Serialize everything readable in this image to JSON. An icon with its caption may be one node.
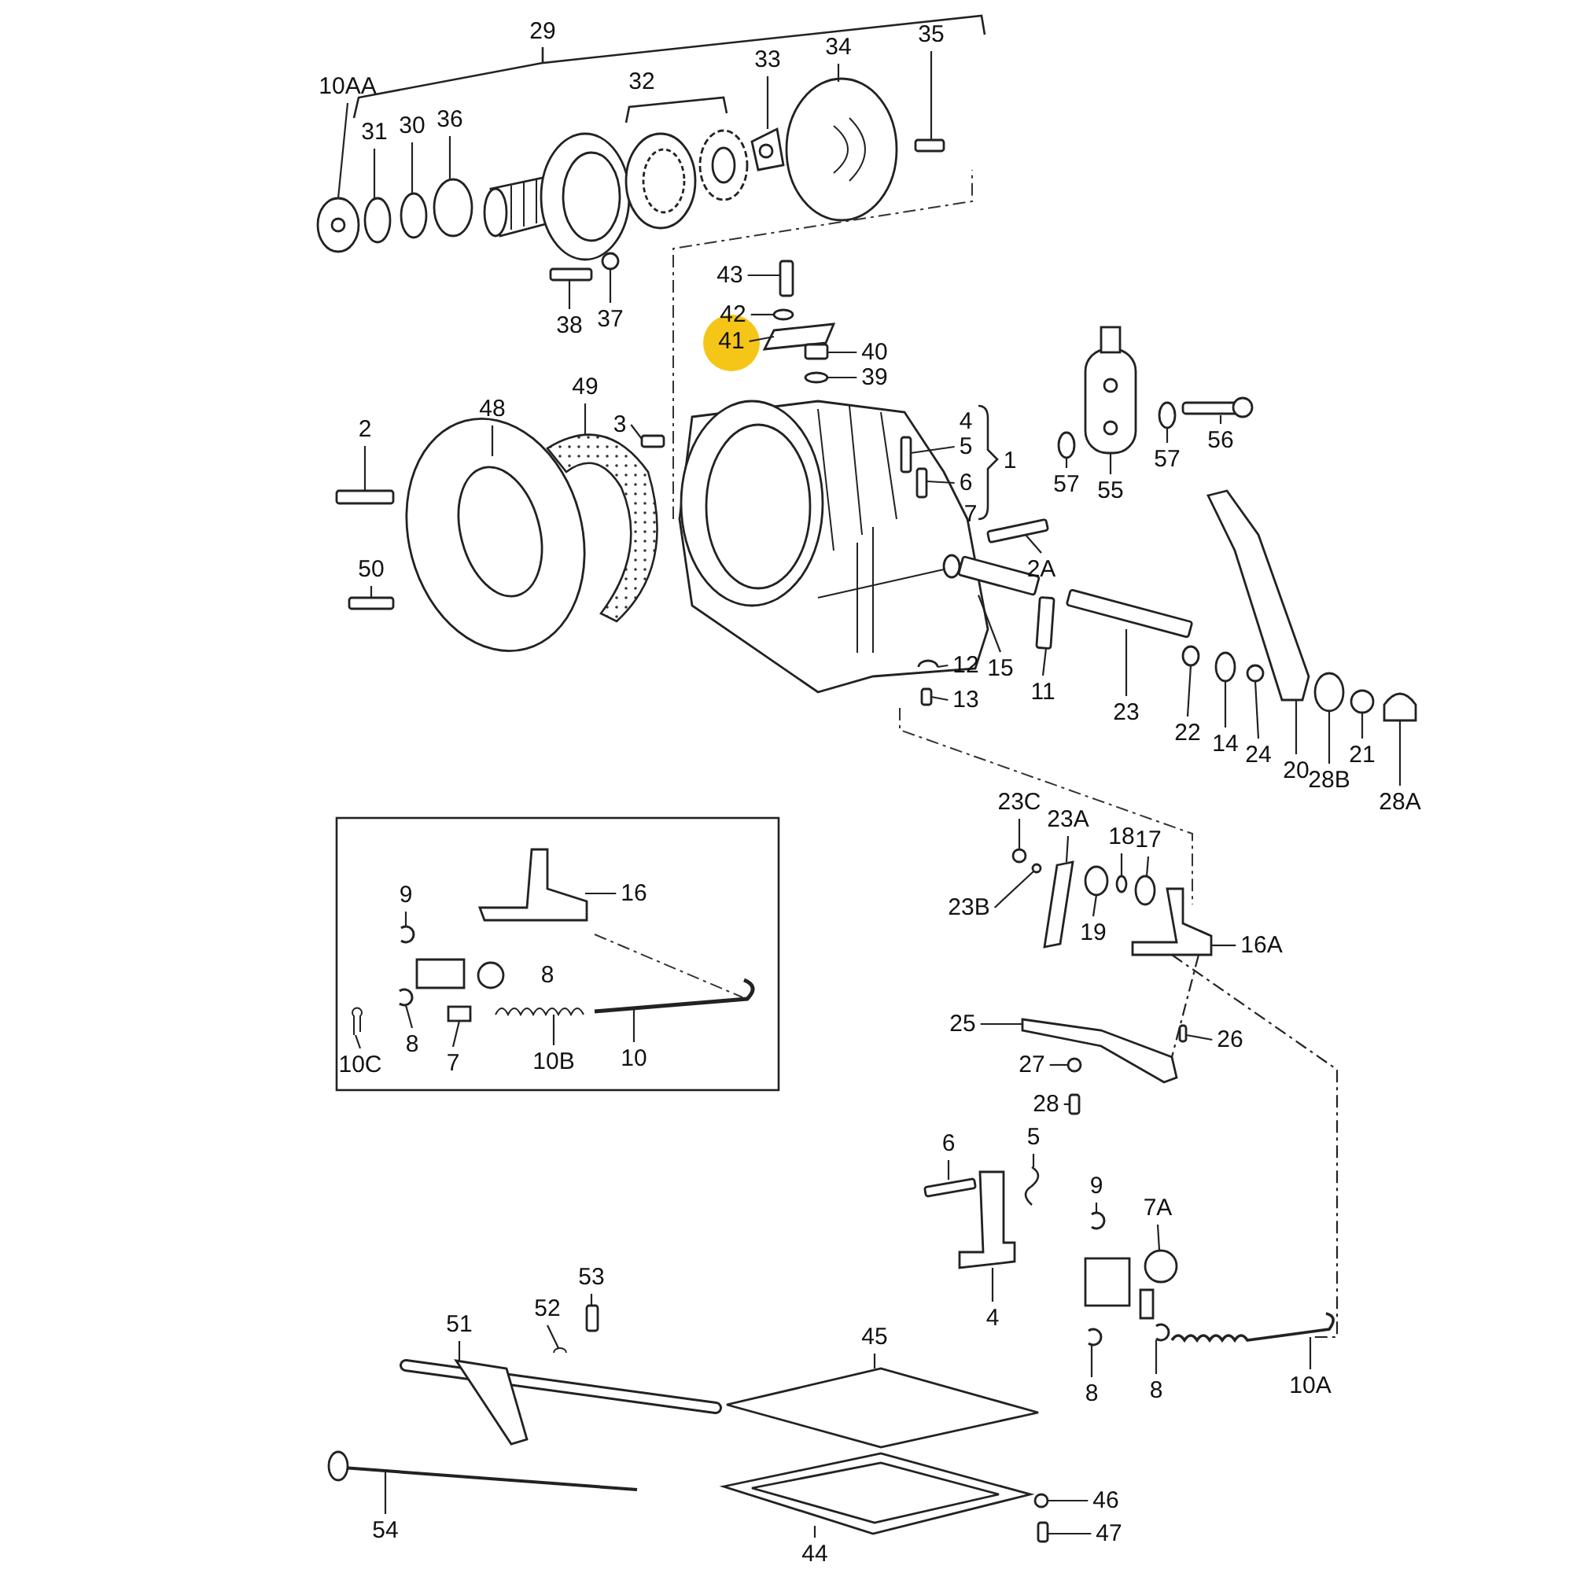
{
  "diagram": {
    "nodes": [
      {
        "text": [
          "10AA"
        ]
      },
      {
        "text": [
          "31"
        ]
      },
      {
        "text": [
          "30"
        ]
      },
      {
        "text": [
          "36"
        ]
      },
      {
        "text": [
          "33"
        ]
      },
      {
        "text": [
          "34"
        ]
      },
      {
        "text": [
          "35"
        ]
      },
      {
        "text": [
          "38"
        ]
      },
      {
        "text": [
          "37"
        ]
      },
      {
        "text": [
          "43"
        ]
      },
      {
        "text": [
          "42"
        ]
      },
      {
        "text": [
          "41"
        ]
      },
      {
        "text": [
          "40"
        ]
      },
      {
        "text": [
          "39"
        ]
      },
      {
        "text": [
          "2"
        ]
      },
      {
        "text": [
          "48"
        ]
      },
      {
        "text": [
          "49"
        ]
      },
      {
        "text": [
          "3"
        ]
      },
      {
        "text": [
          "50"
        ]
      },
      {
        "text": [
          "5"
        ]
      },
      {
        "text": [
          "6"
        ]
      },
      {
        "text": [
          "57"
        ]
      },
      {
        "text": [
          "55"
        ]
      },
      {
        "text": [
          "57"
        ]
      },
      {
        "text": [
          "56"
        ]
      },
      {
        "text": [
          "2A"
        ]
      },
      {
        "text": [
          "15"
        ]
      },
      {
        "text": [
          "12"
        ]
      },
      {
        "text": [
          "13"
        ]
      },
      {
        "text": [
          "11"
        ]
      },
      {
        "text": [
          "23"
        ]
      },
      {
        "text": [
          "22"
        ]
      },
      {
        "text": [
          "14"
        ]
      },
      {
        "text": [
          "24"
        ]
      },
      {
        "text": [
          "20"
        ]
      },
      {
        "text": [
          "28B"
        ]
      },
      {
        "text": [
          "21"
        ]
      },
      {
        "text": [
          "28A"
        ]
      },
      {
        "text": [
          "16"
        ]
      },
      {
        "text": [
          "9"
        ]
      },
      {
        "text": [
          "8"
        ]
      },
      {
        "text": [
          "10C"
        ]
      },
      {
        "text": [
          "7"
        ]
      },
      {
        "text": [
          "10B"
        ]
      },
      {
        "text": [
          "10"
        ]
      },
      {
        "text": [
          "23C"
        ]
      },
      {
        "text": [
          "23A"
        ]
      },
      {
        "text": [
          "23B"
        ]
      },
      {
        "text": [
          "18"
        ]
      },
      {
        "text": [
          "17"
        ]
      },
      {
        "text": [
          "19"
        ]
      },
      {
        "text": [
          "16A"
        ]
      },
      {
        "text": [
          "25"
        ]
      },
      {
        "text": [
          "26"
        ]
      },
      {
        "text": [
          "27"
        ]
      },
      {
        "text": [
          "28"
        ]
      },
      {
        "text": [
          "6"
        ]
      },
      {
        "text": [
          "5"
        ]
      },
      {
        "text": [
          "4"
        ]
      },
      {
        "text": [
          "9"
        ]
      },
      {
        "text": [
          "7A"
        ]
      },
      {
        "text": [
          "8"
        ]
      },
      {
        "text": [
          "8"
        ]
      },
      {
        "text": [
          "10A"
        ]
      },
      {
        "text": [
          "53"
        ]
      },
      {
        "text": [
          "52"
        ]
      },
      {
        "text": [
          "51"
        ]
      },
      {
        "text": [
          "45"
        ]
      },
      {
        "text": [
          "46"
        ]
      },
      {
        "text": [
          "47"
        ]
      },
      {
        "text": [
          "44"
        ]
      },
      {
        "text": [
          "54"
        ]
      },
      {
        "text": [],
        "shape": "picture"
      },
      {
        "text": [],
        "shape": "circle"
      },
      {
        "text": [],
        "shape": "circle"
      },
      {
        "text": [],
        "shape": "circle"
      },
      {
        "text": [],
        "shape": "picture"
      },
      {
        "text": [],
        "shape": "picture"
      },
      {
        "text": [],
        "shape": "box"
      },
      {
        "text": [],
        "shape": "box"
      },
      {
        "text": [],
        "shape": "circle"
      },
      {
        "text": [],
        "shape": "box"
      },
      {
        "text": [],
        "shape": "circle"
      },
      {
        "text": [],
        "shape": "picture"
      },
      {
        "text": [],
        "shape": "box"
      },
      {
        "text": [],
        "shape": "circle"
      },
      {
        "text": [],
        "shape": "box"
      },
      {
        "text": [],
        "shape": "picture"
      },
      {
        "text": [],
        "shape": "picture"
      },
      {
        "text": [],
        "shape": "box"
      },
      {
        "text": [],
        "shape": "box"
      },
      {
        "text": [],
        "shape": "box"
      },
      {
        "text": [],
        "shape": "box"
      },
      {
        "text": [],
        "shape": "circle"
      },
      {
        "text": [],
        "shape": "picture"
      },
      {
        "text": [],
        "shape": "circle"
      },
      {
        "text": [],
        "shape": "picture"
      },
      {
        "text": [],
        "shape": "box"
      },
      {
        "text": [],
        "shape": "box"
      },
      {
        "text": [],
        "shape": "picture"
      },
      {
        "text": [],
        "shape": "box"
      },
      {
        "text": [],
        "shape": "box"
      },
      {
        "text": [],
        "shape": "box"
      },
      {
        "text": [],
        "shape": "circle"
      },
      {
        "text": [],
        "shape": "circle"
      },
      {
        "text": [],
        "shape": "circle"
      },
      {
        "text": [],
        "shape": "picture"
      },
      {
        "text": [],
        "shape": "circle"
      },
      {
        "text": [],
        "shape": "circle"
      },
      {
        "text": [],
        "shape": "picture"
      },
      {
        "text": [],
        "shape": "picture"
      },
      {
        "text": [],
        "shape": "picture"
      },
      {
        "text": [],
        "shape": "picture"
      },
      {
        "text": [],
        "shape": "picture"
      },
      {
        "text": [],
        "shape": "picture"
      },
      {
        "text": [],
        "shape": "picture"
      },
      {
        "text": [],
        "shape": "picture"
      },
      {
        "text": [],
        "shape": "circle"
      },
      {
        "text": [],
        "shape": "picture"
      },
      {
        "text": [],
        "shape": "circle"
      },
      {
        "text": [],
        "shape": "circle"
      },
      {
        "text": [],
        "shape": "circle"
      },
      {
        "text": [],
        "shape": "circle"
      },
      {
        "text": [],
        "shape": "picture"
      },
      {
        "text": [],
        "shape": "picture"
      },
      {
        "text": [],
        "shape": "box"
      },
      {
        "text": [],
        "shape": "circle"
      },
      {
        "text": [],
        "shape": "box"
      },
      {
        "text": [],
        "shape": "box"
      },
      {
        "text": [],
        "shape": "picture"
      },
      {
        "text": [],
        "shape": "picture"
      },
      {
        "text": [],
        "shape": "picture"
      },
      {
        "text": [],
        "shape": "picture"
      },
      {
        "text": [],
        "shape": "picture"
      },
      {
        "text": [],
        "shape": "picture"
      },
      {
        "text": [],
        "shape": "picture"
      },
      {
        "text": [],
        "shape": "box"
      },
      {
        "text": [],
        "shape": "picture"
      },
      {
        "text": [],
        "shape": "picture"
      },
      {
        "text": [],
        "shape": "picture"
      },
      {
        "text": [],
        "shape": "circle"
      },
      {
        "text": [],
        "shape": "box"
      },
      {
        "text": [],
        "shape": "picture"
      },
      {
        "text": [],
        "shape": "picture"
      }
    ],
    "edges": [
      {
        "from": 0,
        "to": 72,
        "arrow": "none"
      },
      {
        "from": 1,
        "to": 73,
        "arrow": "none"
      },
      {
        "from": 2,
        "to": 74,
        "arrow": "none"
      },
      {
        "from": 3,
        "to": 75,
        "arrow": "none"
      },
      {
        "from": 4,
        "to": 76,
        "arrow": "none"
      },
      {
        "from": 5,
        "to": 77,
        "arrow": "none"
      },
      {
        "from": 6,
        "to": 78,
        "arrow": "none"
      },
      {
        "from": 7,
        "to": 79,
        "arrow": "none"
      },
      {
        "from": 8,
        "to": 80,
        "arrow": "none"
      },
      {
        "from": 9,
        "to": 81,
        "arrow": "none"
      },
      {
        "from": 10,
        "to": 82,
        "arrow": "none"
      },
      {
        "from": 11,
        "to": 83,
        "arrow": "none"
      },
      {
        "from": 12,
        "to": 84,
        "arrow": "none"
      },
      {
        "from": 13,
        "to": 85,
        "arrow": "none"
      },
      {
        "from": 14,
        "to": 86,
        "arrow": "none"
      },
      {
        "from": 15,
        "to": 87,
        "arrow": "none"
      },
      {
        "from": 16,
        "to": 88,
        "arrow": "none"
      },
      {
        "from": 17,
        "to": 89,
        "arrow": "none"
      },
      {
        "from": 18,
        "to": 90,
        "arrow": "none"
      },
      {
        "from": 19,
        "to": 91,
        "arrow": "none"
      },
      {
        "from": 20,
        "to": 92,
        "arrow": "none"
      },
      {
        "from": 21,
        "to": 93,
        "arrow": "none"
      },
      {
        "from": 22,
        "to": 94,
        "arrow": "none"
      },
      {
        "from": 23,
        "to": 95,
        "arrow": "none"
      },
      {
        "from": 24,
        "to": 96,
        "arrow": "none"
      },
      {
        "from": 25,
        "to": 97,
        "arrow": "none"
      },
      {
        "from": 26,
        "to": 98,
        "arrow": "none"
      },
      {
        "from": 27,
        "to": 99,
        "arrow": "none"
      },
      {
        "from": 28,
        "to": 100,
        "arrow": "none"
      },
      {
        "from": 29,
        "to": 101,
        "arrow": "none"
      },
      {
        "from": 30,
        "to": 102,
        "arrow": "none"
      },
      {
        "from": 31,
        "to": 103,
        "arrow": "none"
      },
      {
        "from": 32,
        "to": 104,
        "arrow": "none"
      },
      {
        "from": 33,
        "to": 105,
        "arrow": "none"
      },
      {
        "from": 34,
        "to": 106,
        "arrow": "none"
      },
      {
        "from": 35,
        "to": 107,
        "arrow": "none"
      },
      {
        "from": 36,
        "to": 108,
        "arrow": "none"
      },
      {
        "from": 37,
        "to": 109,
        "arrow": "none"
      },
      {
        "from": 38,
        "to": 110,
        "arrow": "none"
      },
      {
        "from": 39,
        "to": 111,
        "arrow": "none"
      },
      {
        "from": 40,
        "to": 112,
        "arrow": "none"
      },
      {
        "from": 41,
        "to": 113,
        "arrow": "none"
      },
      {
        "from": 42,
        "to": 114,
        "arrow": "none"
      },
      {
        "from": 43,
        "to": 115,
        "arrow": "none"
      },
      {
        "from": 44,
        "to": 116,
        "arrow": "none"
      },
      {
        "from": 45,
        "to": 117,
        "arrow": "none"
      },
      {
        "from": 46,
        "to": 118,
        "arrow": "none"
      },
      {
        "from": 47,
        "to": 119,
        "arrow": "none"
      },
      {
        "from": 48,
        "to": 120,
        "arrow": "none"
      },
      {
        "from": 49,
        "to": 121,
        "arrow": "none"
      },
      {
        "from": 50,
        "to": 122,
        "arrow": "none"
      },
      {
        "from": 51,
        "to": 123,
        "arrow": "none"
      },
      {
        "from": 52,
        "to": 124,
        "arrow": "none"
      },
      {
        "from": 53,
        "to": 125,
        "arrow": "none"
      },
      {
        "from": 54,
        "to": 126,
        "arrow": "none"
      },
      {
        "from": 55,
        "to": 127,
        "arrow": "none"
      },
      {
        "from": 56,
        "to": 128,
        "arrow": "none"
      },
      {
        "from": 57,
        "to": 129,
        "arrow": "none"
      },
      {
        "from": 58,
        "to": 130,
        "arrow": "none"
      },
      {
        "from": 59,
        "to": 131,
        "arrow": "none"
      },
      {
        "from": 60,
        "to": 132,
        "arrow": "none"
      },
      {
        "from": 61,
        "to": 133,
        "arrow": "none"
      },
      {
        "from": 62,
        "to": 134,
        "arrow": "none"
      },
      {
        "from": 63,
        "to": 135,
        "arrow": "none"
      },
      {
        "from": 64,
        "to": 136,
        "arrow": "none"
      },
      {
        "from": 65,
        "to": 137,
        "arrow": "none"
      },
      {
        "from": 66,
        "to": 138,
        "arrow": "none"
      },
      {
        "from": 67,
        "to": 139,
        "arrow": "none"
      },
      {
        "from": 68,
        "to": 140,
        "arrow": "none"
      },
      {
        "from": 69,
        "to": 141,
        "arrow": "none"
      },
      {
        "from": 70,
        "to": 142,
        "arrow": "none"
      },
      {
        "from": 71,
        "to": 143,
        "arrow": "none"
      },
      {
        "from": 123,
        "to": 135,
        "arrow": "none",
        "style": "dashed"
      },
      {
        "from": 123,
        "to": 124,
        "arrow": "none",
        "style": "dashed"
      }
    ],
    "labels": [
      "29",
      "32",
      "4",
      "7",
      "1",
      "8"
    ]
  }
}
